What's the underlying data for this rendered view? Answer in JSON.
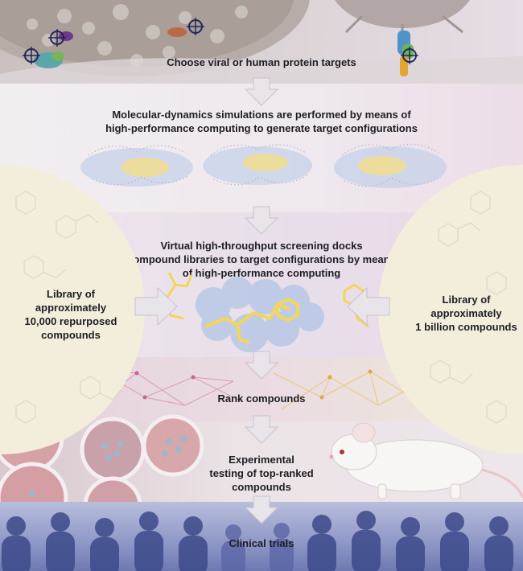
{
  "steps": {
    "targets": "Choose viral or human protein targets",
    "md_line1": "Molecular-dynamics simulations are performed by means of",
    "md_line2": "high-performance computing to generate target configurations",
    "vhts_line1": "Virtual high-throughput screening docks",
    "vhts_line2": "compound libraries to target configurations by means",
    "vhts_line3": "of high-performance computing",
    "rank": "Rank compounds",
    "exp_line1": "Experimental",
    "exp_line2": "testing of top-ranked",
    "exp_line3": "compounds",
    "clinical": "Clinical trials"
  },
  "libraries": {
    "left_line1": "Library of",
    "left_line2": "approximately",
    "left_line3": "10,000 repurposed",
    "left_line4": "compounds",
    "right_line1": "Library of",
    "right_line2": "approximately",
    "right_line3": "1 billion compounds"
  },
  "colors": {
    "arrow": "#e9e4ea",
    "ligand": "#f2d65a",
    "protein": "#b9c8e6",
    "library_disc": "#f3eedc",
    "network_pink": "#d98aa6",
    "network_gold": "#e8c56a",
    "crowd": "#3d4a8a"
  }
}
